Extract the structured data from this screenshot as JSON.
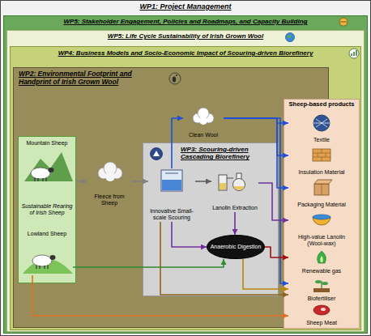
{
  "diagram": {
    "nodes": [
      {
        "text": [
          "WP1: Project Management"
        ]
      },
      {
        "text": [
          "WP5: Stakeholder Engagement, Policies and Roadmaps, and Capacity Building"
        ],
        "in": 0
      },
      {
        "text": [
          "WP5: Life Cycle Sustainability of Irish Grown Wool"
        ],
        "in": 1
      },
      {
        "text": [
          "WP4: Business Models and Socio-Economic Impact of Scouring-driven Biorefinery"
        ],
        "in": 2
      },
      {
        "text": [
          "WP2: Environmental Footprint and Handprint of Irish Grown Wool"
        ],
        "in": 3
      },
      {
        "text": [
          "Sustainable Rearing of Irish Sheep"
        ],
        "in": 4
      },
      {
        "text": [
          "Mountain Sheep"
        ],
        "in": 5
      },
      {
        "text": [
          "Lowland Sheep"
        ],
        "in": 5
      },
      {
        "text": [
          "Fleece from Sheep"
        ],
        "in": 4
      },
      {
        "text": [
          "WP3: Scouring-driven Cascading Biorefinery"
        ],
        "in": 4
      },
      {
        "text": [
          "Innovative Small-scale Scouring"
        ],
        "in": 9
      },
      {
        "text": [
          "Clean Wool"
        ],
        "in": 4
      },
      {
        "text": [
          "Lanolin Extraction"
        ],
        "in": 9
      },
      {
        "text": [
          "Anaerobic Digestion"
        ],
        "in": 9
      },
      {
        "text": [
          "Sheep-based products"
        ],
        "in": 3
      },
      {
        "text": [
          "Textile"
        ],
        "in": 14
      },
      {
        "text": [
          "Insulation Material"
        ],
        "in": 14
      },
      {
        "text": [
          "Packaging Material"
        ],
        "in": 14
      },
      {
        "text": [
          "High-value Lanolin (Wool-wax)"
        ],
        "in": 14
      },
      {
        "text": [
          "Renewable gas"
        ],
        "in": 14
      },
      {
        "text": [
          "Biofertiliser"
        ],
        "in": 14
      },
      {
        "text": [
          "Sheep Meat"
        ],
        "in": 14
      }
    ],
    "edges": [
      {
        "from": 5,
        "to": 8,
        "arrow": "to"
      },
      {
        "from": 8,
        "to": 10,
        "arrow": "to"
      },
      {
        "from": 10,
        "to": 11,
        "arrow": "to"
      },
      {
        "from": 11,
        "to": 15,
        "arrow": "to"
      },
      {
        "from": 11,
        "to": 16,
        "arrow": "to"
      },
      {
        "from": 11,
        "to": 17,
        "arrow": "to"
      },
      {
        "from": 11,
        "to": 20,
        "arrow": "to"
      },
      {
        "from": 10,
        "to": 12,
        "arrow": "to"
      },
      {
        "from": 12,
        "to": 18,
        "arrow": "to"
      },
      {
        "from": 12,
        "to": 13,
        "arrow": "to"
      },
      {
        "from": 10,
        "to": 13,
        "arrow": "to"
      },
      {
        "from": 13,
        "to": 19,
        "arrow": "to"
      },
      {
        "from": 13,
        "to": 20,
        "arrow": "to"
      },
      {
        "from": 10,
        "to": 20,
        "arrow": "to"
      },
      {
        "from": 7,
        "to": 13,
        "arrow": "to"
      },
      {
        "from": 7,
        "to": 21,
        "arrow": "to"
      }
    ]
  }
}
